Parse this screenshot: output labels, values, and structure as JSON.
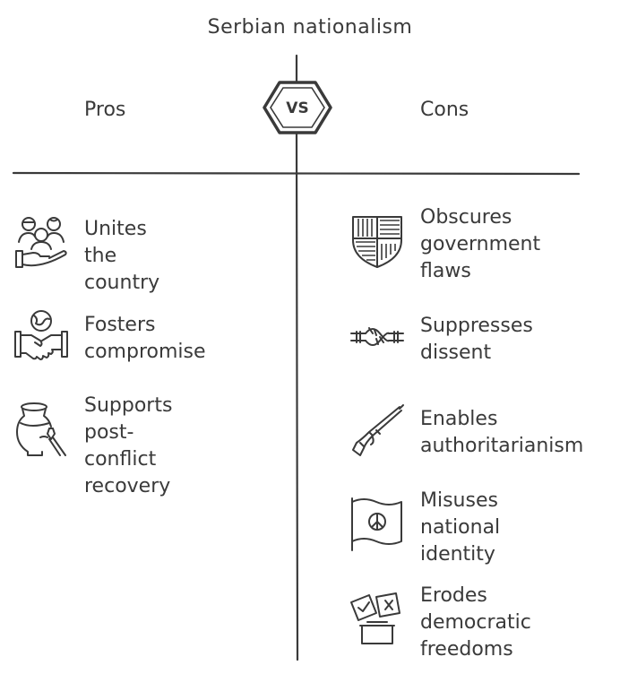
{
  "title": "Serbian nationalism",
  "vs_label": "VS",
  "pros": {
    "heading": "Pros",
    "items": [
      {
        "label": "Unites the\ncountry",
        "icon": "community-hand-icon"
      },
      {
        "label": "Fosters\ncompromise",
        "icon": "handshake-globe-icon"
      },
      {
        "label": "Supports post-\nconflict\nrecovery",
        "icon": "vase-brush-icon"
      }
    ]
  },
  "cons": {
    "heading": "Cons",
    "items": [
      {
        "label": "Obscures\ngovernment\nflaws",
        "icon": "shield-icon"
      },
      {
        "label": "Suppresses\ndissent",
        "icon": "knot-rope-icon"
      },
      {
        "label": "Enables\nauthoritarianism",
        "icon": "rifle-icon"
      },
      {
        "label": "Misuses\nnational\nidentity",
        "icon": "peace-flag-icon"
      },
      {
        "label": "Erodes\ndemocratic\nfreedoms",
        "icon": "ballot-box-icon"
      }
    ]
  },
  "colors": {
    "ink": "#3a3a3a",
    "background": "#ffffff"
  }
}
